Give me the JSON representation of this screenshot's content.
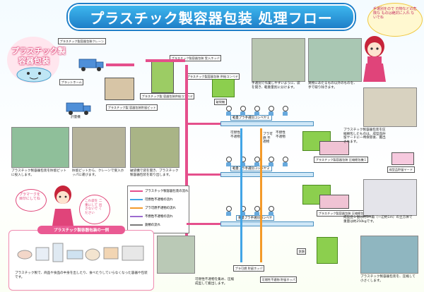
{
  "title": "プラスチック製容器包装 処理フロー",
  "mascot_heading": [
    "プラスチック製",
    "容器包装"
  ],
  "top_right_note": "手選別をので 刃物などの危険な ものは絶対に入れ ないでね",
  "left_note": "プラマークを 目印にしてね",
  "mid_note": "こわ袋を 二重にして 出さないで ください",
  "legend": {
    "items": [
      {
        "label": "プラスチック製容器包装の流れ",
        "color": "#e54f8c"
      },
      {
        "label": "可燃性不適物の流れ",
        "color": "#42a5e6"
      },
      {
        "label": "プラ可燃不適物の流れ",
        "color": "#f39a2a"
      },
      {
        "label": "不燃性不適物の流れ",
        "color": "#9c6bd0"
      },
      {
        "label": "鉄類の流れ",
        "color": "#7a7a7a"
      }
    ]
  },
  "process": {
    "crane": "プラスチック製容器包装クレーン",
    "platform": "プラットホーム",
    "scale": "計量機",
    "pit": "プラスチック製 容器包装貯留ピット",
    "hopper": "プラスチック製容器包装 受入ホッパ",
    "feed_conveyor_a": "プラスチック製 容器包装供給コンベヤ",
    "feed_conveyor_b": "プラスチック製容器包装 供給コンベヤ",
    "breaker": "破袋機",
    "bale_machine": "プラスチック製容器包装 圧縮梱包機",
    "sort_conveyor_1": "軽量プラ手選別コンベヤ１",
    "sort_conveyor_2": "軽量プラ手選別コンベヤ２",
    "sort_conveyor_3": "重量プラ手選別コンベヤ",
    "compress_1": "プラスチック製容器包装 圧縮梱包機１",
    "compress_2": "プラスチック製容器包装 圧縮梱包機２",
    "stock_yard": "成型品貯留ヤード",
    "flammable": "可燃性 不適物",
    "plastic_flammable": "プラ可燃 不適物",
    "nonflammable": "不燃性 不適物",
    "plastic_hopper": "プラ可燃 貯留ホッパ",
    "flammable_storage": "可燃性不適物 貯留ホッパ",
    "iron": "鉄類"
  },
  "captions": {
    "cap1": "プラスチック製容器包装を貯留ピットに投入します。",
    "cap2": "貯留ピットから、クレーンで受入ホッパに運びます。",
    "cap3": "破袋機で袋を開き、プラスチック製容器包装を取り出します。",
    "cap4": "手選別で作業しやすいように、袋を開き、軽重量別に分けます。",
    "cap5": "異物にあたるもの以外のものを、手で取り除きます。",
    "cap6": "プラスチック製容器包装を圧縮梱包したものは、成型品貯留ヤードに一時保管後、搬出されます。",
    "cap7": "成型品１個は約1m角（一辺約1m）の立方体で重量は約250kgです。",
    "cap8": "可燃性不適物を集め、圧縮成型して搬出します。",
    "cap9": "プラスチック製容器包装を、圧縮して小さくします。"
  },
  "sample_panel": {
    "heading": "プラスチック製容器包装の一例",
    "caption": "プラスチック製で、商品や食品の中身を出したり、食べたりしていらなくなった容器や包装です。"
  }
}
